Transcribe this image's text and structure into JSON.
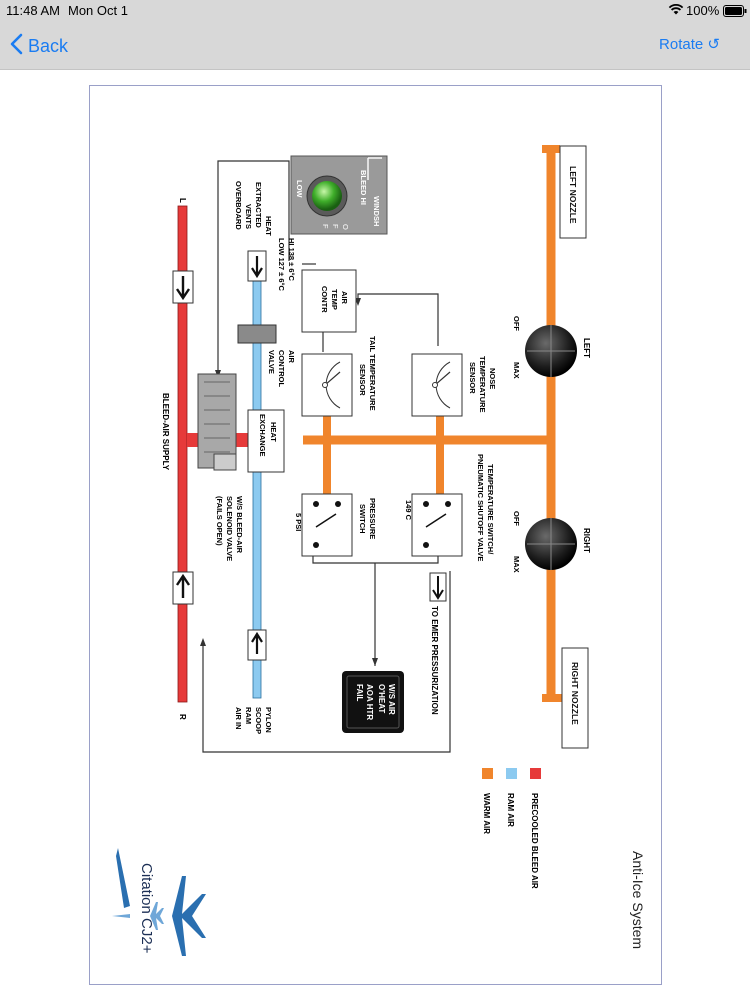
{
  "status": {
    "time": "11:48 AM",
    "date": "Mon Oct 1",
    "battery": "100%"
  },
  "nav": {
    "back_label": "Back",
    "rotate_label": "Rotate"
  },
  "diagram": {
    "title": "Anti-Ice System",
    "left_nozzle": "LEFT NOZZLE",
    "right_nozzle": "RIGHT NOZZLE",
    "left_knob": {
      "name": "LEFT",
      "off": "OFF",
      "max": "MAX"
    },
    "right_knob": {
      "name": "RIGHT",
      "off": "OFF",
      "max": "MAX"
    },
    "nose_sensor": [
      "NOSE",
      "TEMPERATURE",
      "SENSOR"
    ],
    "tail_sensor": [
      "TAIL TEMPERATURE",
      "SENSOR"
    ],
    "temp_switch": [
      "TEMPERATURE SWITCH/",
      "PNEUMATIC SHUTOFF VALVE"
    ],
    "temp_switch_value": "149 C",
    "pressure_switch": [
      "PRESSURE",
      "SWITCH"
    ],
    "pressure_value": "5 PSI",
    "air_temp_contr": [
      "AIR",
      "TEMP",
      "CONTR"
    ],
    "temp_settings": [
      "HI    138 ± 6°C",
      "LOW  127 ± 6°C"
    ],
    "air_control_valve": [
      "AIR",
      "CONTROL",
      "VALVE"
    ],
    "heat_exchange": [
      "HEAT",
      "EXCHANGE"
    ],
    "heat_extracted": [
      "HEAT",
      "EXTRACTED",
      "VENTS",
      "OVERBOARD"
    ],
    "solenoid": [
      "W/S BLEED-AIR",
      "SOLENOID VALVE",
      "(FAILS OPEN)"
    ],
    "bleed_supply": "BLEED-AIR SUPPLY",
    "side_l": "L",
    "side_r": "R",
    "ram_air_in": [
      "PYLON",
      "SCOOP",
      "RAM",
      "AIR IN"
    ],
    "to_emer": "TO EMER PRESSURIZATION",
    "annunciator": [
      "W/S AIR",
      "O'HEAT",
      "AOA HTR",
      "FAIL"
    ],
    "switch_panel": {
      "header": "WINDSH",
      "label": "BLEED HI",
      "low": "LOW",
      "pos": [
        "O",
        "F",
        "F"
      ]
    },
    "legend": [
      {
        "label": "PRECOOLED BLEED AIR",
        "color": "#e63a3a"
      },
      {
        "label": "RAM AIR",
        "color": "#8ccaf0"
      },
      {
        "label": "WARM AIR",
        "color": "#f0852c"
      }
    ],
    "logo": "Citation CJ2+"
  }
}
